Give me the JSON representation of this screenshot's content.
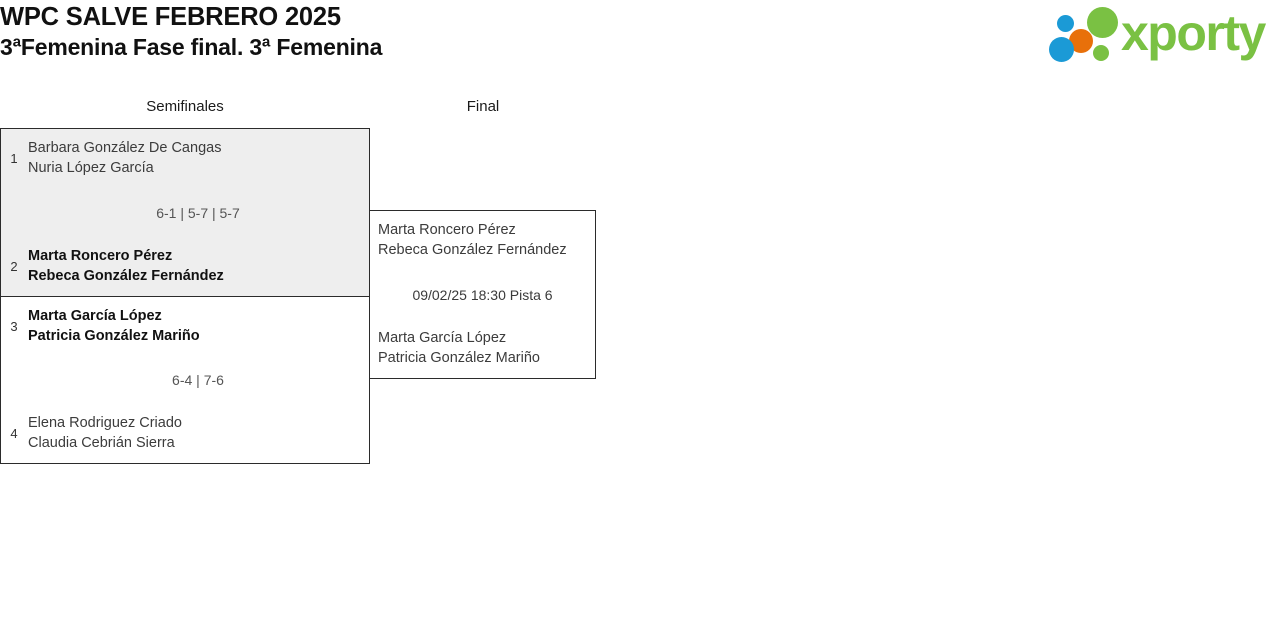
{
  "header": {
    "title": "WPC SALVE FEBRERO 2025",
    "subtitle": "3ªFemenina Fase final. 3ª Femenina",
    "logo": {
      "wordmark": "xporty",
      "colors": {
        "green": "#7ac143",
        "blue": "#1b9ad6",
        "orange": "#e8700a"
      }
    }
  },
  "bracket": {
    "rounds": [
      {
        "label": "Semifinales"
      },
      {
        "label": "Final"
      }
    ],
    "matches": [
      {
        "id": "semifinal-1",
        "round": "Semifinales",
        "highlighted": true,
        "top": {
          "seed": "1",
          "player1": "Barbara González De Cangas",
          "player2": "Nuria López García",
          "winner": false
        },
        "bottom": {
          "seed": "2",
          "player1": "Marta Roncero Pérez",
          "player2": "Rebeca González Fernández",
          "winner": true
        },
        "score": "6-1 | 5-7 | 5-7"
      },
      {
        "id": "semifinal-2",
        "round": "Semifinales",
        "highlighted": false,
        "top": {
          "seed": "3",
          "player1": "Marta García López",
          "player2": "Patricia González Mariño",
          "winner": true
        },
        "bottom": {
          "seed": "4",
          "player1": "Elena Rodriguez Criado",
          "player2": "Claudia Cebrián Sierra",
          "winner": false
        },
        "score": "6-4 | 7-6"
      },
      {
        "id": "final",
        "round": "Final",
        "highlighted": false,
        "top": {
          "seed": "",
          "player1": "Marta Roncero Pérez",
          "player2": "Rebeca González Fernández",
          "winner": false
        },
        "bottom": {
          "seed": "",
          "player1": "Marta García López",
          "player2": "Patricia González Mariño",
          "winner": false
        },
        "score": "09/02/25 18:30 Pista 6"
      }
    ]
  }
}
